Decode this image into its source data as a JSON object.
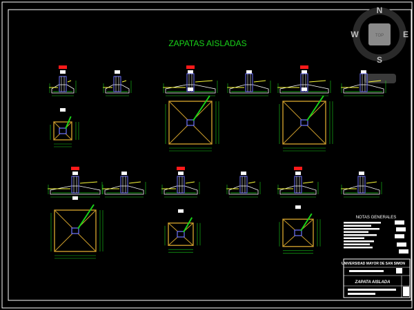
{
  "drawing": {
    "title": "ZAPATAS AISLADAS",
    "title_color": "#19d219"
  },
  "viewcube": {
    "north": "N",
    "south": "S",
    "east": "E",
    "west": "W",
    "top_label": "TOP"
  },
  "notes": {
    "heading": "NOTAS GENERALES"
  },
  "title_block": {
    "institution": "UNIVERSIDAD MAYOR DE SAN SIMON",
    "sheet_title": "ZAPATA AISLADA"
  },
  "colors": {
    "background": "#000000",
    "border": "#ffffff",
    "concrete": "#ffffff",
    "footing_fill": "#cc9d2b",
    "rebar": "#19d219",
    "dimension": "#19d219",
    "column": "#6f74ff",
    "annotation": "#ffff3a",
    "marker_red": "#ff1a1a",
    "marker_white": "#ffffff"
  }
}
